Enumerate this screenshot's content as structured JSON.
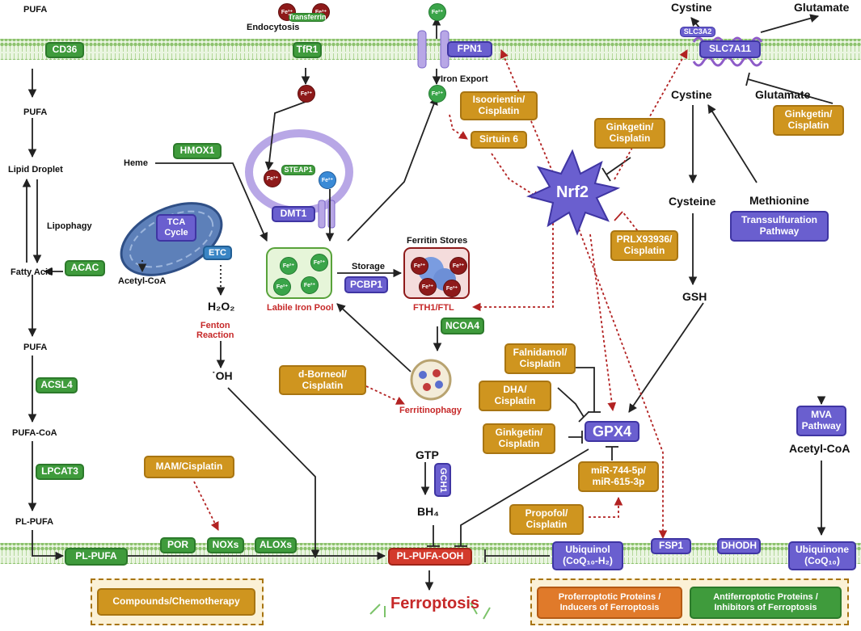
{
  "labels": {
    "pufa_top": "PUFA",
    "pufa_2": "PUFA",
    "lipid_droplet": "Lipid Droplet",
    "lipophagy": "Lipophagy",
    "fatty_acid": "Fatty Acid",
    "pufa_3": "PUFA",
    "pufa_coa": "PUFA-CoA",
    "pl_pufa_label": "PL-PUFA",
    "endocytosis": "Endocytosis",
    "heme": "Heme",
    "acetyl_coa_mito": "Acetyl-CoA",
    "h2o2": "H₂O₂",
    "fenton": "Fenton\nReaction",
    "oh": "˙OH",
    "labile_iron_pool": "Labile Iron Pool",
    "storage": "Storage",
    "ferritin_stores": "Ferritin Stores",
    "fth1_ftl": "FTH1/FTL",
    "ferritinophagy": "Ferritinophagy",
    "iron_export": "Iron Export",
    "cystine_top": "Cystine",
    "glutamate_top": "Glutamate",
    "cystine_in": "Cystine",
    "glutamate_in": "Glutamate",
    "cysteine": "Cysteine",
    "methionine": "Methionine",
    "gsh": "GSH",
    "gtp": "GTP",
    "bh4": "BH₄",
    "acetyl_coa_right": "Acetyl-CoA",
    "ferroptosis": "Ferroptosis"
  },
  "iron": {
    "fe2": "Fe²⁺",
    "fe3": "Fe³⁺"
  },
  "green_boxes": {
    "cd36": "CD36",
    "tfr1": "TfR1",
    "transferrin": "Transferrin",
    "steap1": "STEAP1",
    "hmox1": "HMOX1",
    "acac": "ACAC",
    "acsl4": "ACSL4",
    "lpcat3": "LPCAT3",
    "pl_pufa": "PL-PUFA",
    "por": "POR",
    "noxs": "NOXs",
    "aloxs": "ALOXs",
    "ncoa4": "NCOA4"
  },
  "blue_boxes": {
    "fpn1": "FPN1",
    "slc3a2": "SLC3A2",
    "slc7a11": "SLC7A11",
    "dmt1": "DMT1",
    "tca_cycle": "TCA\nCycle",
    "etc": "ETC",
    "pcbp1": "PCBP1",
    "nrf2": "Nrf2",
    "transsulfuration": "Transsulfuration\nPathway",
    "gpx4": "GPX4",
    "gch1": "GCH1",
    "mva_pathway": "MVA\nPathway",
    "fsp1": "FSP1",
    "dhodh": "DHODH",
    "ubiquinol": "Ubiquinol\n(CoQ₁₀-H₂)",
    "ubiquinone": "Ubiquinone\n(CoQ₁₀)",
    "pl_pufa_ooh": "PL-PUFA-OOH"
  },
  "compounds": {
    "isoorientin": "Isoorientin/\nCisplatin",
    "sirtuin6": "Sirtuin 6",
    "ginkgetin_nrf2": "Ginkgetin/\nCisplatin",
    "ginkgetin_slc": "Ginkgetin/\nCisplatin",
    "prlx": "PRLX93936/\nCisplatin",
    "falnidamol": "Falnidamol/\nCisplatin",
    "dha": "DHA/\nCisplatin",
    "ginkgetin_gpx4": "Ginkgetin/\nCisplatin",
    "mirna": "miR-744-5p/\nmiR-615-3p",
    "propofol": "Propofol/\nCisplatin",
    "d_borneol": "d-Borneol/\nCisplatin",
    "mam": "MAM/Cisplatin"
  },
  "legend": {
    "compounds": "Compounds/Chemotherapy",
    "pro": "Proferroptotic Proteins /\nInducers of Ferroptosis",
    "anti": "Antiferroptotic Proteins /\nInhibitors of Ferroptosis"
  },
  "colors": {
    "green": "#3f9b3c",
    "blue": "#6a5fcf",
    "orange": "#cf951f",
    "proferroptotic": "#e07a2a",
    "red_label": "#c62828",
    "membrane": "#93c47d"
  }
}
